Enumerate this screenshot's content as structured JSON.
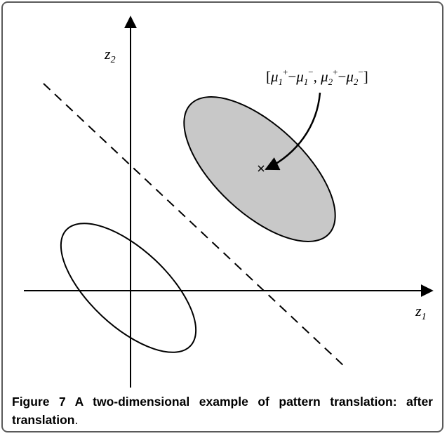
{
  "diagram": {
    "axis_x_label": "z",
    "axis_x_subscript": "1",
    "axis_y_label": "z",
    "axis_y_subscript": "2",
    "annotation": "[μ1+−μ1−, μ2+−μ2−]",
    "shaded_fill": "#c8c8c8",
    "stroke": "#000000"
  },
  "caption": {
    "label": "Figure 7",
    "text": " A two-dimensional example of pattern translation: after translation",
    "period": "."
  }
}
